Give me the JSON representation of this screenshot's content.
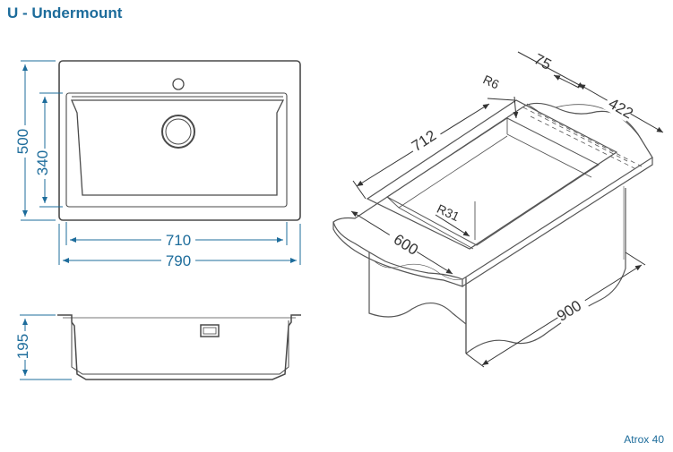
{
  "header": {
    "title": "U - Undermount"
  },
  "footer": {
    "model": "Atrox 40"
  },
  "colors": {
    "accent": "#1d6c9b",
    "line": "#4a4a4a",
    "dimension": "#1d6c9b"
  },
  "top_view": {
    "height_outer": "500",
    "height_inner": "340",
    "width_inner": "710",
    "width_outer": "790"
  },
  "side_view": {
    "depth": "195"
  },
  "iso_view": {
    "dim_75": "75",
    "dim_r6": "R6",
    "dim_422": "422",
    "dim_712": "712",
    "dim_r31": "R31",
    "dim_600": "600",
    "dim_900": "900"
  }
}
